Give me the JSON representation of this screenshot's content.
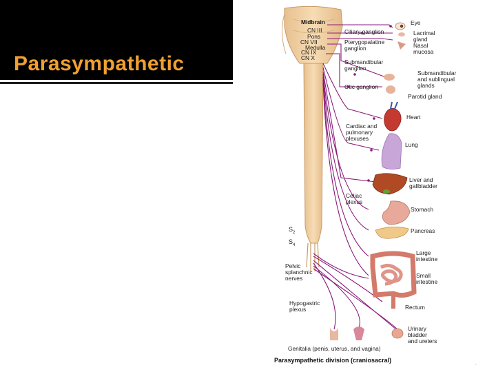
{
  "slide": {
    "title": "Parasympathetic",
    "footer_mark": "."
  },
  "diagram": {
    "caption": "Parasympathetic division (craniosacral)",
    "cns_labels": {
      "midbrain": "Midbrain",
      "cn3": "CN III",
      "pons": "Pons",
      "cn7": "CN VII",
      "medulla": "Medulla",
      "cn9": "CN IX",
      "cn10": "CN X",
      "s2": "S",
      "s2_sub": "2",
      "s4": "S",
      "s4_sub": "4"
    },
    "ganglia": {
      "ciliary": "Ciliary ganglion",
      "pterygopalatine": "Pterygopalatine\nganglion",
      "submandibular": "Submandibular\nganglion",
      "otic": "Otic ganglion",
      "cardiac": "Cardiac and\npulmonary\nplexuses",
      "celiac": "Celiac\nplexus",
      "pelvic": "Pelvic\nsplanchnic\nnerves",
      "hypogastric": "Hypogastric\nplexus"
    },
    "organs": {
      "eye": "Eye",
      "lacrimal": "Lacrimal\ngland",
      "nasal": "Nasal\nmucosa",
      "submandibular_glands": "Submandibular\nand sublingual\nglands",
      "parotid": "Parotid gland",
      "heart": "Heart",
      "lung": "Lung",
      "liver": "Liver and\ngallbladder",
      "stomach": "Stomach",
      "pancreas": "Pancreas",
      "large_intestine": "Large\nintestine",
      "small_intestine": "Small\nintestine",
      "rectum": "Rectum",
      "urinary": "Urinary\nbladder\nand ureters",
      "genitalia": "Genitalia (penis, uterus, and vagina)"
    },
    "colors": {
      "nerve": "#8a1a7a",
      "cord": "#f2d3a6",
      "title": "#f0a030"
    }
  }
}
